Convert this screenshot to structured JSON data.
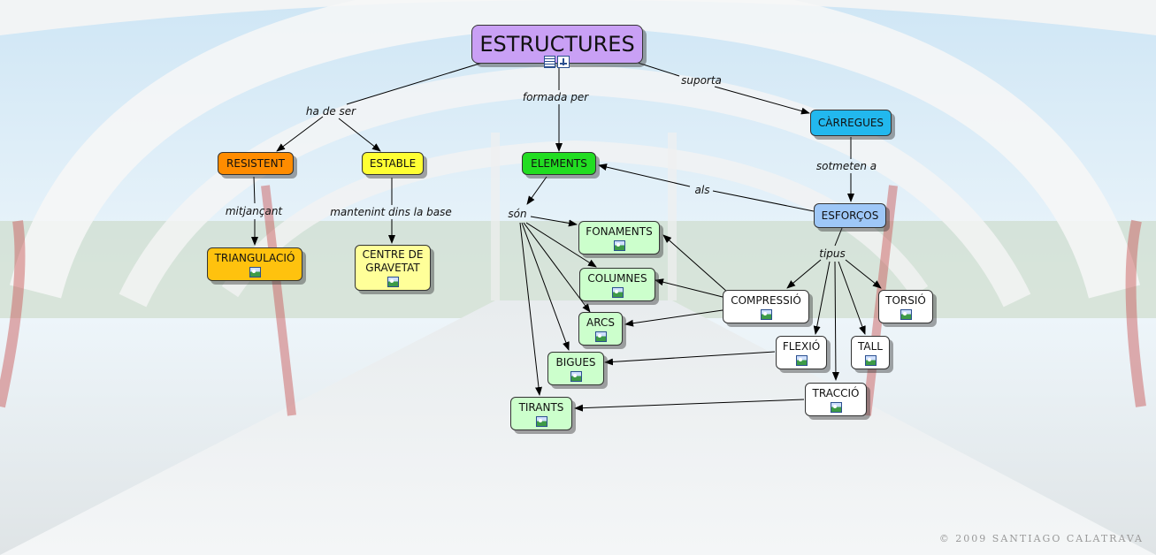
{
  "map_title": "ESTRUCTURES",
  "concepts": {
    "resistent": "RESISTENT",
    "estable": "ESTABLE",
    "elements": "ELEMENTS",
    "carregues": "CÀRREGUES",
    "esforcos": "ESFORÇOS",
    "triangulacio": "TRIANGULACIÓ",
    "centre_gravetat": "CENTRE DE GRAVETAT",
    "fonaments": "FONAMENTS",
    "columnes": "COLUMNES",
    "arcs": "ARCS",
    "bigues": "BIGUES",
    "tirants": "TIRANTS",
    "compressio": "COMPRESSIÓ",
    "torsio": "TORSIÓ",
    "flexio": "FLEXIÓ",
    "tall": "TALL",
    "traccio": "TRACCIÓ"
  },
  "linking_phrases": {
    "ha_de_ser": "ha de ser",
    "formada_per": "formada per",
    "suporta": "suporta",
    "sotmeten_a": "sotmeten a",
    "als": "als",
    "son": "són",
    "mitjancant": "mitjançant",
    "mantenint": "mantenint dins la base",
    "tipus": "tipus"
  },
  "icons": {
    "title_resources": [
      "document-icon",
      "concept-map-icon"
    ],
    "concept_resource": "image-icon"
  },
  "colors": {
    "title": "#c9a0f5",
    "resistent": "#ff8c00",
    "estable": "#ffff33",
    "elements": "#22dd22",
    "carregues": "#22b8ee",
    "esforcos": "#9ec7f7",
    "triangulacio": "#ffc20e",
    "centre_gravetat": "#ffff99",
    "element_types": "#ccffcc",
    "effort_types": "#ffffff"
  },
  "credit": "© 2009 SANTIAGO CALATRAVA"
}
